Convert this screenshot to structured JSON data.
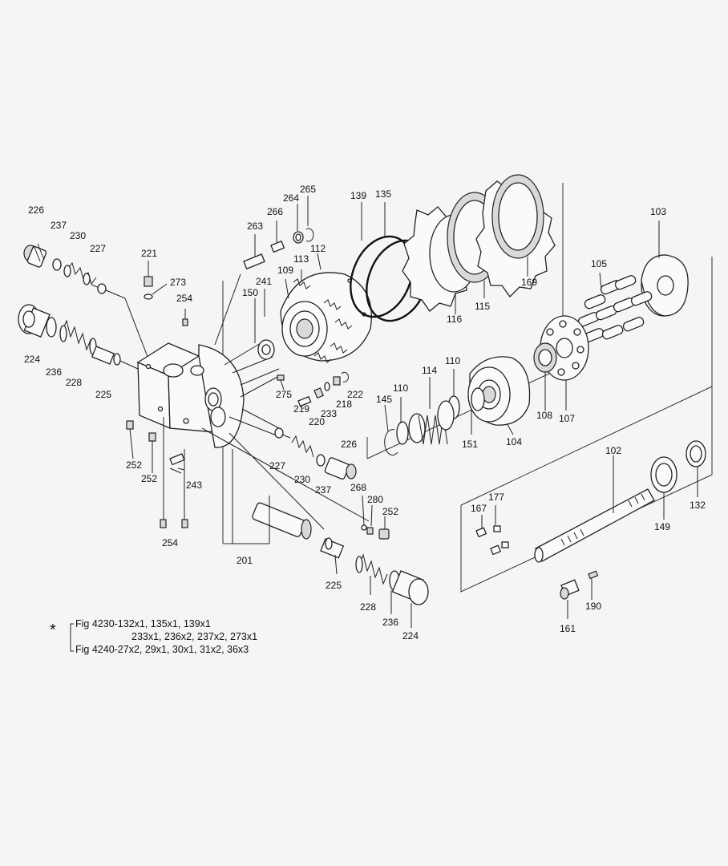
{
  "diagram": {
    "labels": {
      "p226a": "226",
      "p237a": "237",
      "p230a": "230",
      "p227a": "227",
      "p221": "221",
      "p273": "273",
      "p254a": "254",
      "p224a": "224",
      "p236a": "236",
      "p228a": "228",
      "p225a": "225",
      "p263": "263",
      "p266": "266",
      "p264": "264",
      "p265": "265",
      "p241": "241",
      "p150": "150",
      "p109": "109",
      "p113": "113",
      "p112": "112",
      "p139": "139",
      "p135": "135",
      "p116": "116",
      "p115": "115",
      "p169": "169",
      "p103": "103",
      "p105": "105",
      "p108": "108",
      "p107": "107",
      "p104": "104",
      "p151": "151",
      "p110a": "110",
      "p110b": "110",
      "p114": "114",
      "p145": "145",
      "p275": "275",
      "p222": "222",
      "p218": "218",
      "p219": "219",
      "p233": "233",
      "p220": "220",
      "p226b": "226",
      "p227b": "227",
      "p230b": "230",
      "p237b": "237",
      "p268": "268",
      "p280": "280",
      "p252a": "252",
      "p252b": "252",
      "p252c": "252",
      "p243": "243",
      "p254b": "254",
      "p201": "201",
      "p225b": "225",
      "p228b": "228",
      "p236b": "236",
      "p224b": "224",
      "p102": "102",
      "p132": "132",
      "p149": "149",
      "p177": "177",
      "p167": "167",
      "p190": "190",
      "p161": "161"
    },
    "footnote": {
      "marker": "*",
      "line1": "Fig 4230-132x1, 135x1, 139x1",
      "line2": "233x1, 236x2, 237x2, 273x1",
      "line3": "Fig 4240-27x2, 29x1, 30x1, 31x2, 36x3"
    }
  }
}
